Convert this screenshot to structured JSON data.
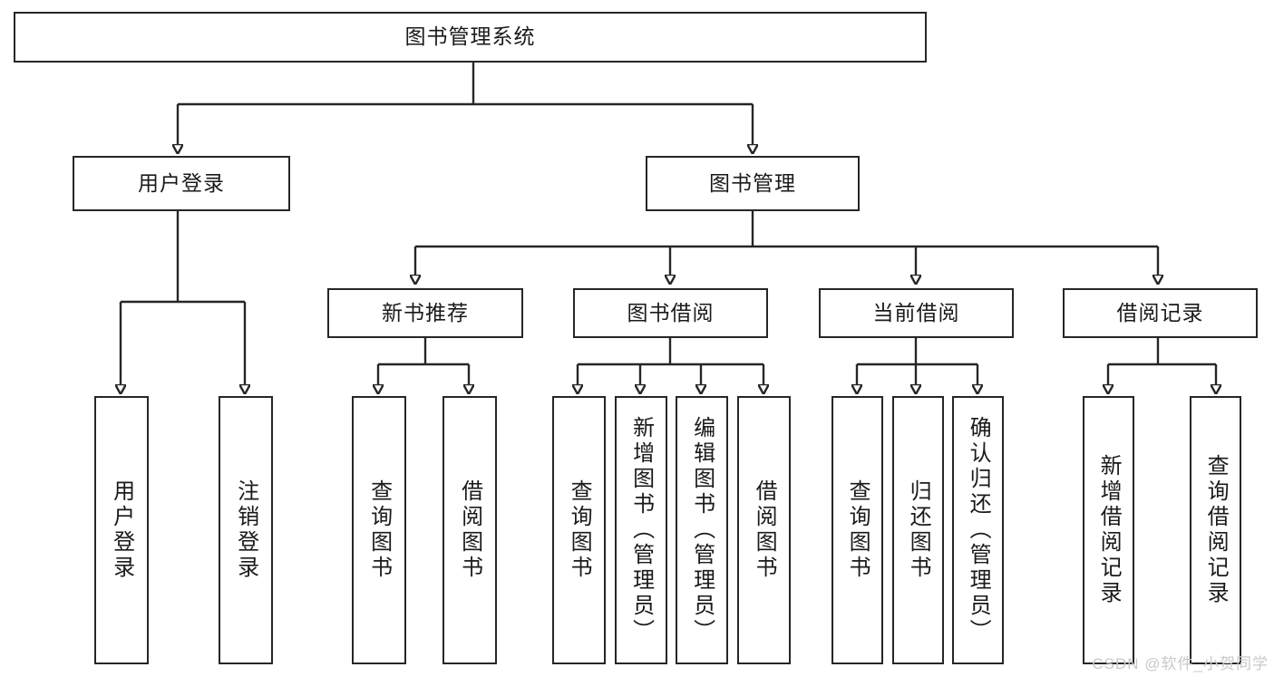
{
  "diagram": {
    "title": "图书管理系统",
    "type": "tree",
    "watermark": "CSDN @软件_小贺同学",
    "root": {
      "id": "root",
      "label": "图书管理系统",
      "orientation": "horizontal"
    },
    "level2": [
      {
        "id": "user-login",
        "label": "用户登录",
        "orientation": "horizontal"
      },
      {
        "id": "book-manage",
        "label": "图书管理",
        "orientation": "horizontal"
      }
    ],
    "level3": [
      {
        "id": "new-book-recommend",
        "label": "新书推荐",
        "orientation": "horizontal",
        "parent": "book-manage"
      },
      {
        "id": "book-borrow",
        "label": "图书借阅",
        "orientation": "horizontal",
        "parent": "book-manage"
      },
      {
        "id": "current-borrow",
        "label": "当前借阅",
        "orientation": "horizontal",
        "parent": "book-manage"
      },
      {
        "id": "borrow-record",
        "label": "借阅记录",
        "orientation": "horizontal",
        "parent": "book-manage"
      }
    ],
    "leaves": [
      {
        "id": "leaf-user-login",
        "label": "用户登录",
        "parent": "user-login"
      },
      {
        "id": "leaf-user-logout",
        "label": "注销登录",
        "parent": "user-login"
      },
      {
        "id": "leaf-query-book-1",
        "label": "查询图书",
        "parent": "new-book-recommend"
      },
      {
        "id": "leaf-borrow-book-1",
        "label": "借阅图书",
        "parent": "new-book-recommend"
      },
      {
        "id": "leaf-query-book-2",
        "label": "查询图书",
        "parent": "book-borrow"
      },
      {
        "id": "leaf-add-book",
        "label": "新增图书（管理员）",
        "parent": "book-borrow"
      },
      {
        "id": "leaf-edit-book",
        "label": "编辑图书（管理员）",
        "parent": "book-borrow"
      },
      {
        "id": "leaf-borrow-book-2",
        "label": "借阅图书",
        "parent": "book-borrow"
      },
      {
        "id": "leaf-query-book-3",
        "label": "查询图书",
        "parent": "current-borrow"
      },
      {
        "id": "leaf-return-book",
        "label": "归还图书",
        "parent": "current-borrow"
      },
      {
        "id": "leaf-confirm-return",
        "label": "确认归还（管理员）",
        "parent": "current-borrow"
      },
      {
        "id": "leaf-add-record",
        "label": "新增借阅记录",
        "parent": "borrow-record"
      },
      {
        "id": "leaf-query-record",
        "label": "查询借阅记录",
        "parent": "borrow-record"
      }
    ],
    "colors": {
      "stroke": "#262626",
      "fill": "#ffffff",
      "text": "#1a1a1a",
      "watermark": "#c9c9c9"
    }
  }
}
